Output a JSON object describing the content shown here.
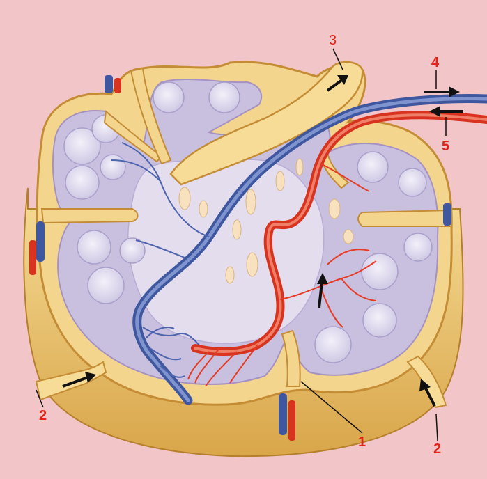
{
  "labels": {
    "l1": "1",
    "l2a": "2",
    "l2b": "2",
    "l3": "3",
    "l4": "4",
    "l5": "5"
  },
  "colors": {
    "background": "#f2c6c9",
    "label": "#e2231a",
    "capsule": "#f1cf7c",
    "capsule_dark": "#c9932e",
    "cortex": "#c7bedf",
    "medulla": "#e3dcee",
    "follicle": "#dfdbee",
    "artery": "#e63b24",
    "vein": "#4d64ae"
  }
}
